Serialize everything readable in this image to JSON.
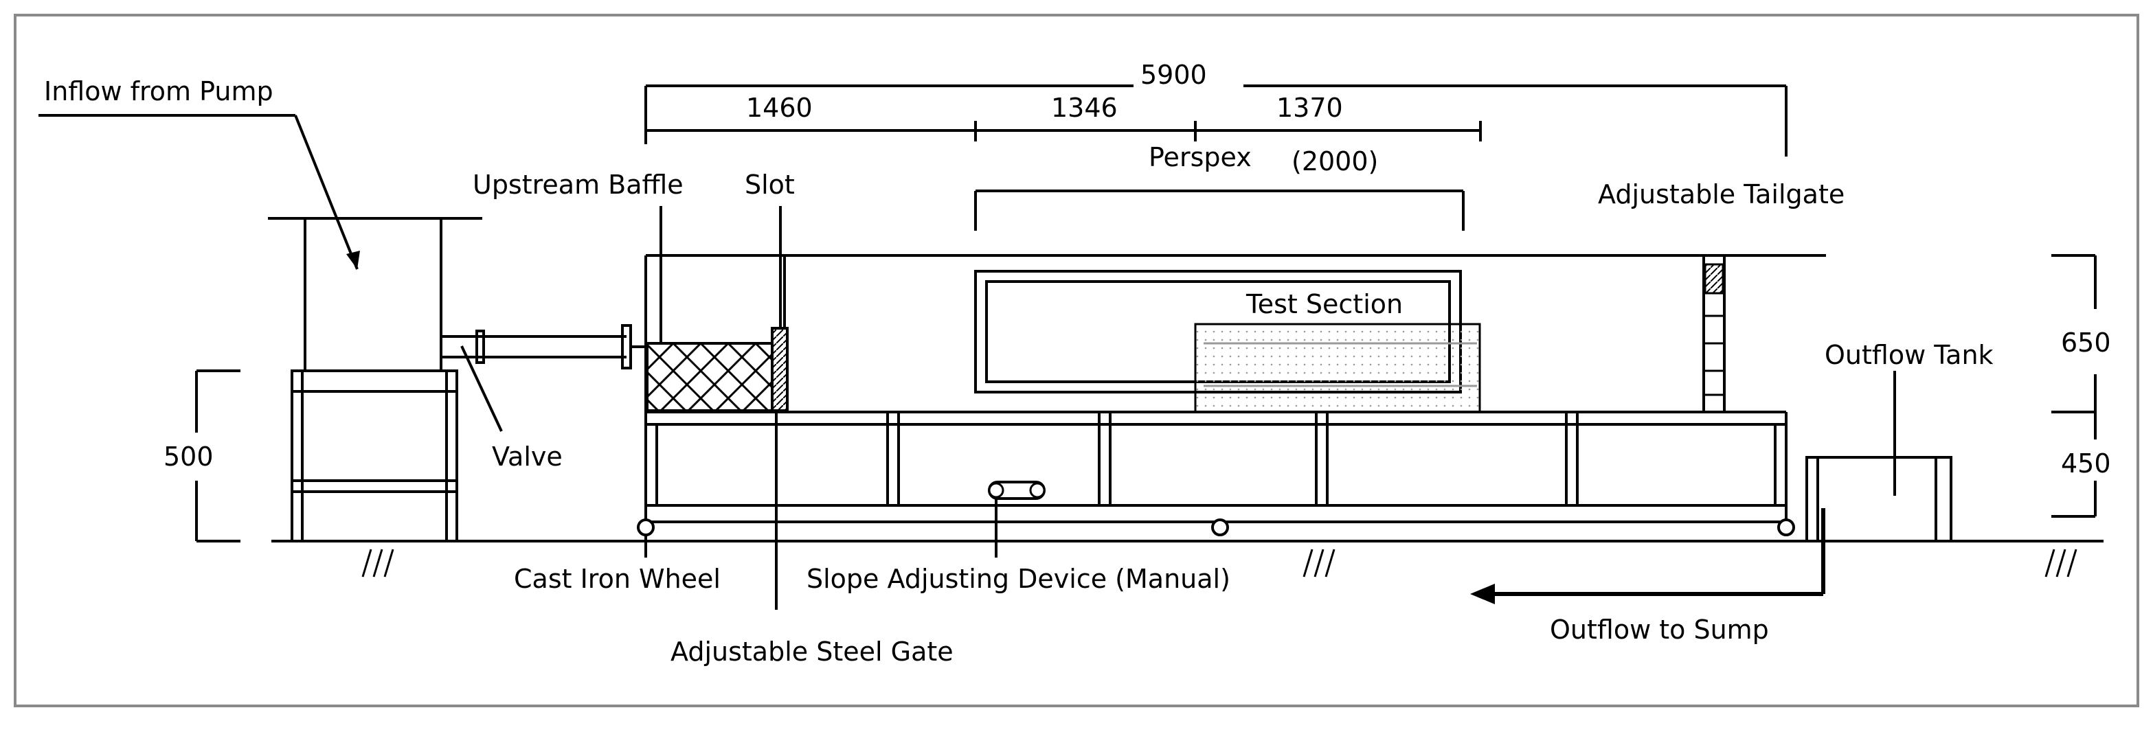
{
  "diagram": {
    "labels": {
      "inflow": "Inflow from Pump",
      "upstream_baffle": "Upstream Baffle",
      "slot": "Slot",
      "perspex": "Perspex",
      "perspex_length": "(2000)",
      "test_section": "Test Section",
      "adjustable_tailgate": "Adjustable Tailgate",
      "outflow_tank": "Outflow Tank",
      "valve": "Valve",
      "cast_iron_wheel": "Cast Iron Wheel",
      "slope_device": "Slope Adjusting Device (Manual)",
      "steel_gate": "Adjustable Steel Gate",
      "outflow_sump": "Outflow to Sump"
    },
    "dimensions": {
      "total_length": "5900",
      "segment_1": "1460",
      "segment_2": "1346",
      "segment_3": "1370",
      "tank_height": "500",
      "upper_height": "650",
      "lower_height": "450"
    }
  }
}
